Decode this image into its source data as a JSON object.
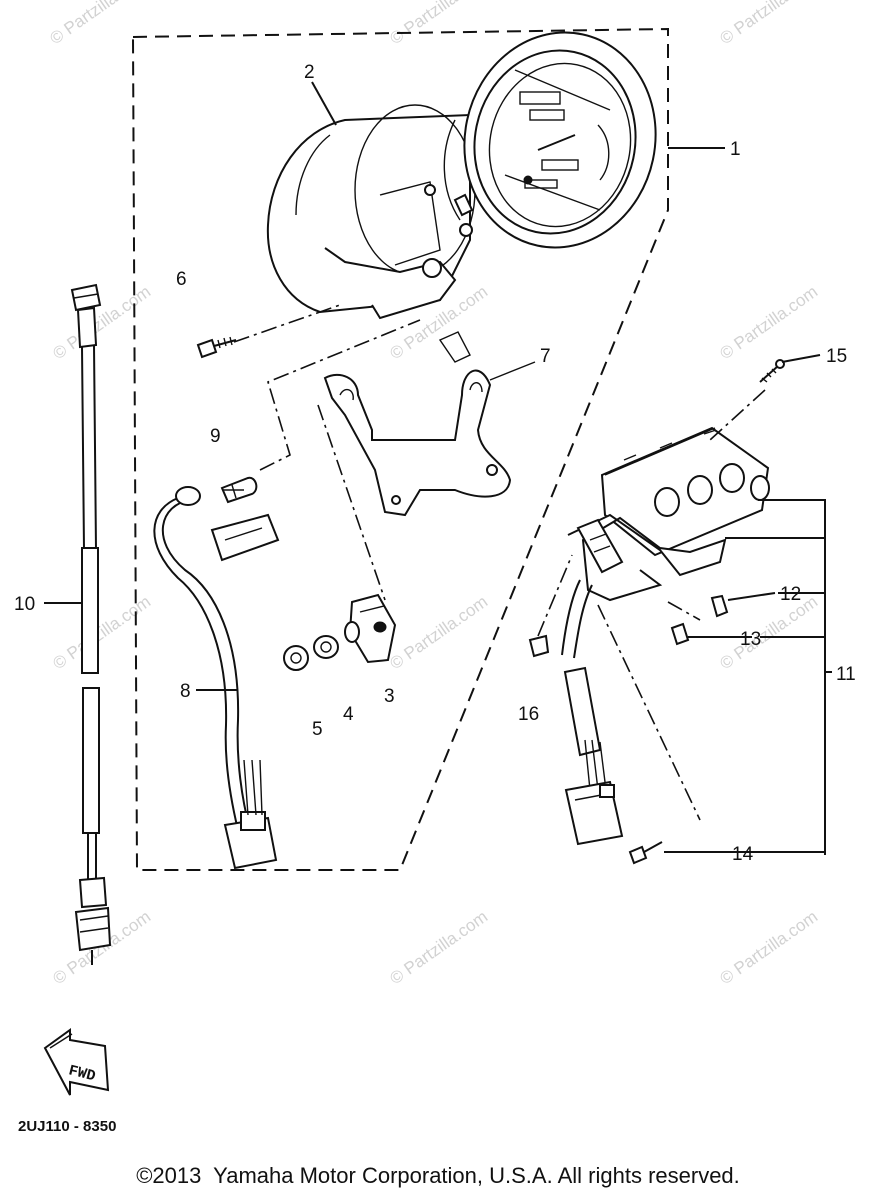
{
  "watermark": "© Partzilla.com",
  "callouts": [
    "1",
    "2",
    "3",
    "4",
    "5",
    "6",
    "7",
    "8",
    "9",
    "10",
    "11",
    "12",
    "13",
    "14",
    "15",
    "16"
  ],
  "direction_arrow": "FWD",
  "diagram_code": "2UJ110 - 8350",
  "copyright": "©2013  Yamaha Motor Corporation, U.S.A. All rights reserved."
}
